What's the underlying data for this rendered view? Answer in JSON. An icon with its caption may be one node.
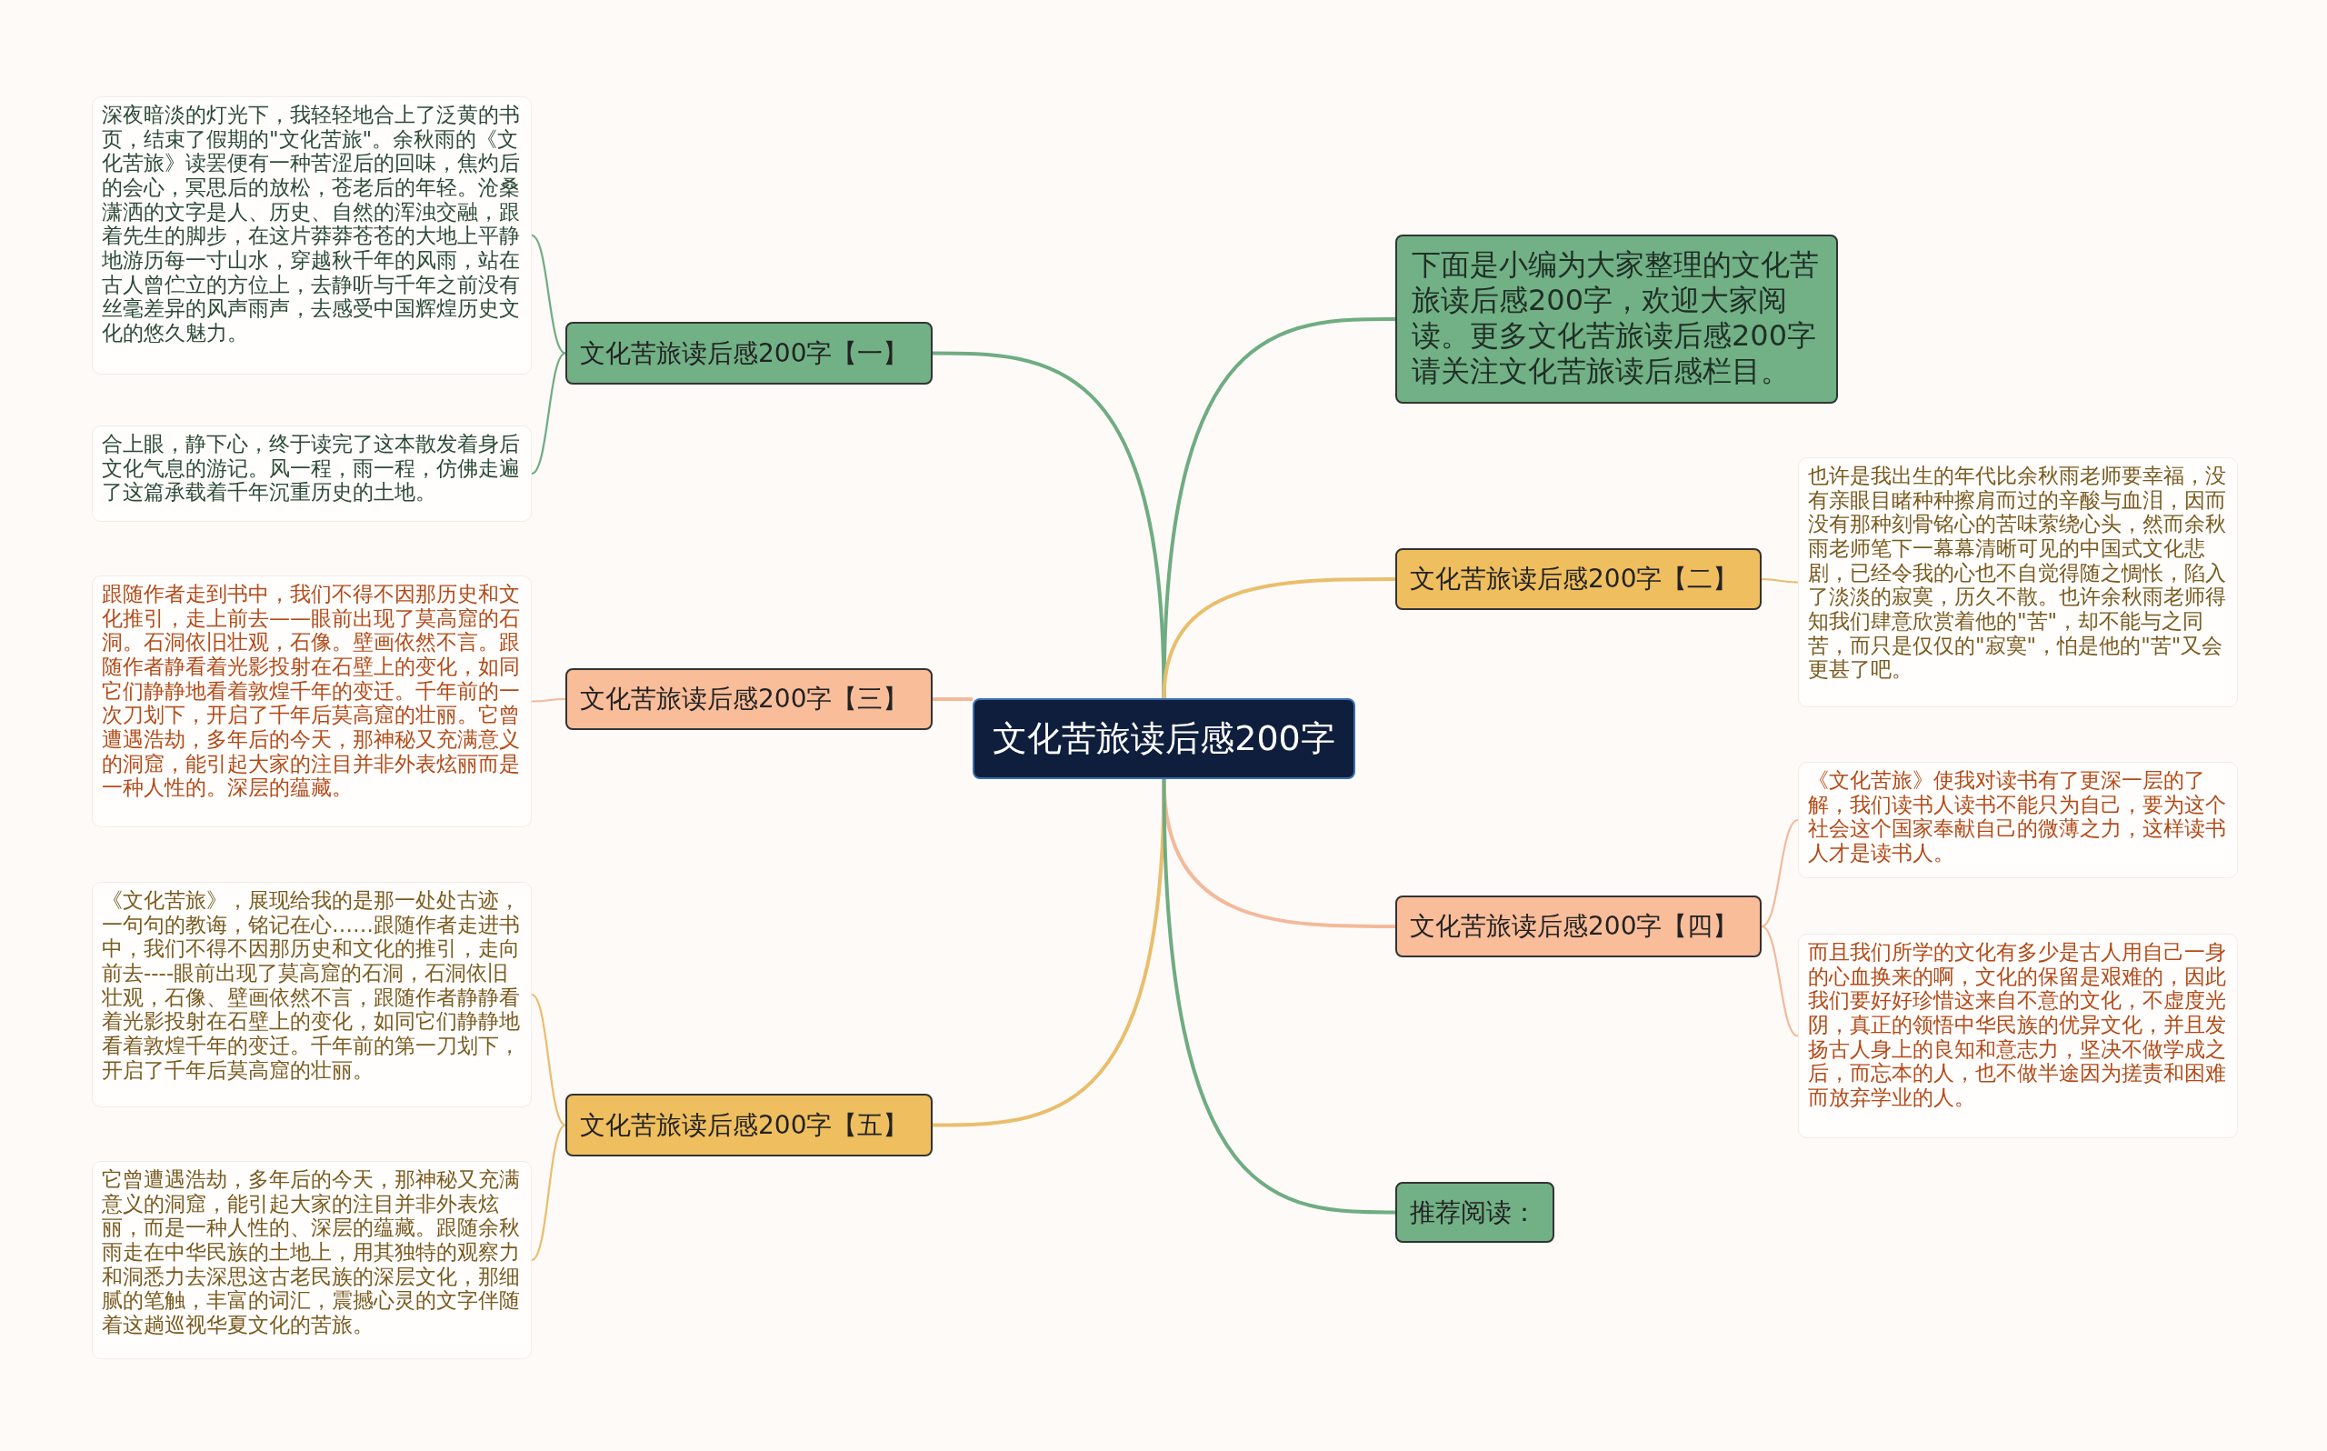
{
  "diagram": {
    "nodes": [
      {
        "text": [
          "文化苦旅读后感200字"
        ]
      },
      {
        "text": [
          "文化苦旅读后感200字【一】"
        ]
      },
      {
        "text": [
          "深夜暗淡的灯光下，我轻轻地合上了泛黄的书页，结束了假期的\"文化苦旅\"。余秋雨的《文化苦旅》读罢便有一种苦涩后的回味，焦灼后的会心，冥思后的放松，苍老后的年轻。沧桑潇洒的文字是人、历史、自然的浑浊交融，跟着先生的脚步，在这片莽莽苍苍的大地上平静地游历每一寸山水，穿越秋千年的风雨，站在古人曾伫立的方位上，去静听与千年之前没有丝毫差异的风声雨声，去感受中国辉煌历史文化的悠久魅力。"
        ]
      },
      {
        "text": [
          "合上眼，静下心，终于读完了这本散发着身后文化气息的游记。风一程，雨一程，仿佛走遍了这篇承载着千年沉重历史的土地。"
        ]
      },
      {
        "text": [
          "文化苦旅读后感200字【三】"
        ]
      },
      {
        "text": [
          "跟随作者走到书中，我们不得不因那历史和文化推引，走上前去——眼前出现了莫高窟的石洞。石洞依旧壮观，石像。壁画依然不言。跟随作者静看着光影投射在石壁上的变化，如同它们静静地看着敦煌千年的变迁。千年前的一次刀划下，开启了千年后莫高窟的壮丽。它曾遭遇浩劫，多年后的今天，那神秘又充满意义的洞窟，能引起大家的注目并非外表炫丽而是一种人性的。深层的蕴藏。"
        ]
      },
      {
        "text": [
          "文化苦旅读后感200字【五】"
        ]
      },
      {
        "text": [
          "《文化苦旅》，展现给我的是那一处处古迹，一句句的教诲，铭记在心……跟随作者走进书中，我们不得不因那历史和文化的推引，走向前去----眼前出现了莫高窟的石洞，石洞依旧壮观，石像、壁画依然不言，跟随作者静静看着光影投射在石壁上的变化，如同它们静静地看着敦煌千年的变迁。千年前的第一刀划下，开启了千年后莫高窟的壮丽。"
        ]
      },
      {
        "text": [
          "它曾遭遇浩劫，多年后的今天，那神秘又充满意义的洞窟，能引起大家的注目并非外表炫丽，而是一种人性的、深层的蕴藏。跟随余秋雨走在中华民族的土地上，用其独特的观察力和洞悉力去深思这古老民族的深层文化，那细腻的笔触，丰富的词汇，震撼心灵的文字伴随着这趟巡视华夏文化的苦旅。"
        ]
      },
      {
        "text": [
          "下面是小编为大家整理的文化苦旅读后感200字，欢迎大家阅读。更多文化苦旅读后感200字请关注文化苦旅读后感栏目。"
        ]
      },
      {
        "text": [
          "文化苦旅读后感200字【二】"
        ]
      },
      {
        "text": [
          "也许是我出生的年代比余秋雨老师要幸福，没有亲眼目睹种种擦肩而过的辛酸与血泪，因而没有那种刻骨铭心的苦味萦绕心头，然而余秋雨老师笔下一幕幕清晰可见的中国式文化悲剧，已经令我的心也不自觉得随之惆怅，陷入了淡淡的寂寞，历久不散。也许余秋雨老师得知我们肆意欣赏着他的\"苦\"，却不能与之同苦，而只是仅仅的\"寂寞\"，怕是他的\"苦\"又会更甚了吧。"
        ]
      },
      {
        "text": [
          "文化苦旅读后感200字【四】"
        ]
      },
      {
        "text": [
          "《文化苦旅》使我对读书有了更深一层的了解，我们读书人读书不能只为自己，要为这个社会这个国家奉献自己的微薄之力，这样读书人才是读书人。"
        ]
      },
      {
        "text": [
          "而且我们所学的文化有多少是古人用自己一身的心血换来的啊，文化的保留是艰难的，因此我们要好好珍惜这来自不意的文化，不虚度光阴，真正的领悟中华民族的优异文化，并且发扬古人身上的良知和意志力，坚决不做学成之后，而忘本的人，也不做半途因为搓责和困难而放弃学业的人。"
        ]
      },
      {
        "text": [
          "推荐阅读："
        ]
      }
    ],
    "edges": [
      {
        "from": 0,
        "to": 1,
        "arrow": "none",
        "color": "#6fac82"
      },
      {
        "from": 1,
        "to": 2,
        "arrow": "none",
        "color": "#6fac82"
      },
      {
        "from": 1,
        "to": 3,
        "arrow": "none",
        "color": "#6fac82"
      },
      {
        "from": 0,
        "to": 4,
        "arrow": "none",
        "color": "#f4b99a"
      },
      {
        "from": 4,
        "to": 5,
        "arrow": "none",
        "color": "#f4b99a"
      },
      {
        "from": 0,
        "to": 6,
        "arrow": "none",
        "color": "#e9be6c"
      },
      {
        "from": 6,
        "to": 7,
        "arrow": "none",
        "color": "#e9be6c"
      },
      {
        "from": 6,
        "to": 8,
        "arrow": "none",
        "color": "#e9be6c"
      },
      {
        "from": 0,
        "to": 9,
        "arrow": "none",
        "color": "#6fac82"
      },
      {
        "from": 0,
        "to": 10,
        "arrow": "none",
        "color": "#e9be6c"
      },
      {
        "from": 10,
        "to": 11,
        "arrow": "none",
        "color": "#e9be6c"
      },
      {
        "from": 0,
        "to": 12,
        "arrow": "none",
        "color": "#f4b99a"
      },
      {
        "from": 12,
        "to": 13,
        "arrow": "none",
        "color": "#f4b99a"
      },
      {
        "from": 12,
        "to": 14,
        "arrow": "none",
        "color": "#f4b99a"
      },
      {
        "from": 0,
        "to": 15,
        "arrow": "none",
        "color": "#6fac82"
      }
    ]
  }
}
